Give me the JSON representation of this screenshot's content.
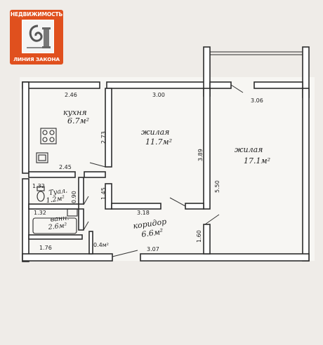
{
  "logo": {
    "top_text": "НЕДВИЖИМОСТЬ",
    "bottom_text": "ЛИНИЯ ЗАКОНА",
    "icon": "swirl-column-emblem-icon",
    "color": "#e0501e"
  },
  "rooms": {
    "kitchen": {
      "name": "кухня",
      "area": "6.7м²"
    },
    "living1": {
      "name": "жилая",
      "area": "11.7м²"
    },
    "living2": {
      "name": "жилая",
      "area": "17.1м²"
    },
    "corridor": {
      "name": "коридор",
      "area": "6.6м²"
    },
    "toilet": {
      "name": "Туал.",
      "area": "1.2м²"
    },
    "bath": {
      "name": "ванн.",
      "area": "2.6м²"
    },
    "closet": {
      "area": "0.4м²"
    }
  },
  "dimensions": {
    "kitchen_top": "2.46",
    "kitchen_side": "2.73",
    "kitchen_bottom": "2.45",
    "living1_top": "3.00",
    "living1_side": "3.89",
    "living2_top": "3.06",
    "living2_side": "5.50",
    "corridor_top": "3.18",
    "corridor_bottom": "3.07",
    "corridor_side": "1.60",
    "hall_side": "1.45",
    "toilet_top": "1.32",
    "toilet_side": "0.90",
    "bath_top": "1.32",
    "bath_bottom": "1.76"
  }
}
